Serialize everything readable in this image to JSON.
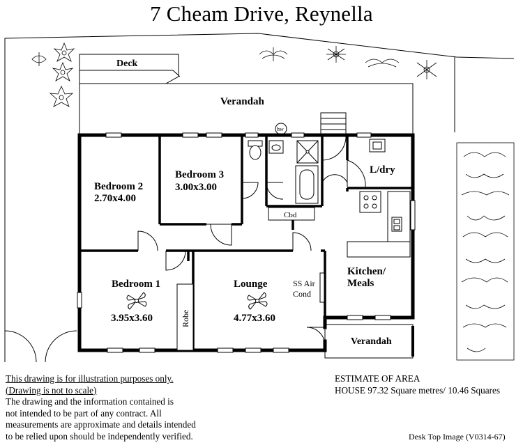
{
  "title": "7 Cheam Drive,  Reynella",
  "rooms": {
    "deck": "Deck",
    "verandah_rear": "Verandah",
    "bed2_name": "Bedroom 2",
    "bed2_size": "2.70x4.00",
    "bed3_name": "Bedroom 3",
    "bed3_size": "3.00x3.00",
    "ldry": "L/dry",
    "cbd": "Cbd",
    "hw": "hw",
    "bed1_name": "Bedroom 1",
    "bed1_size": "3.95x3.60",
    "robe": "Robe",
    "lounge_name": "Lounge",
    "lounge_size": "4.77x3.60",
    "aircon_1": "SS Air",
    "aircon_2": "Cond",
    "kitchen_1": "Kitchen/",
    "kitchen_2": "Meals",
    "verandah_front": "Verandah"
  },
  "disclaimer": {
    "line1": "This drawing is for illustration purposes only.",
    "line2": "(Drawing is not to scale)",
    "line3": "The drawing and the information contained is",
    "line4": "not intended to be part of any contract.  All",
    "line5": "measurements are approximate and details intended",
    "line6": "to be relied upon should be independently verified."
  },
  "estimate": {
    "heading": "ESTIMATE OF AREA",
    "house": "HOUSE  97.32 Square metres/ 10.46 Squares"
  },
  "footer_ref": "Desk Top Image  (V0314-67)"
}
